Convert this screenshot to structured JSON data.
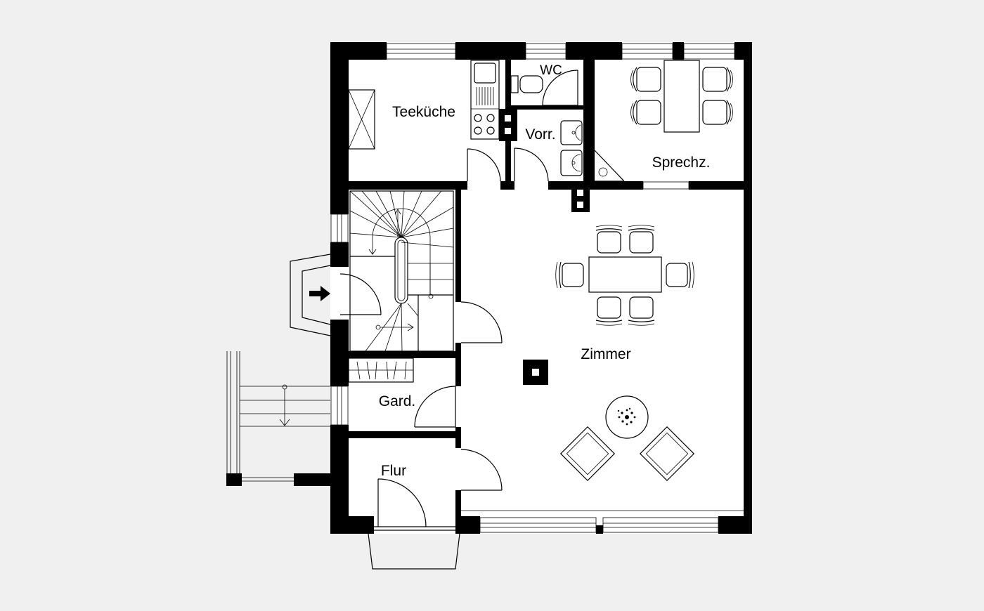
{
  "rooms": {
    "teekueche": "Teeküche",
    "wc": "WC",
    "vorraum": "Vorr.",
    "sprechzimmer": "Sprechz.",
    "zimmer": "Zimmer",
    "garderobe": "Gard.",
    "flur": "Flur"
  },
  "colors": {
    "background": "#f0f0f0",
    "interior": "#ffffff",
    "wall": "#000000"
  },
  "icons": {
    "entrance": "arrow-right-icon"
  }
}
